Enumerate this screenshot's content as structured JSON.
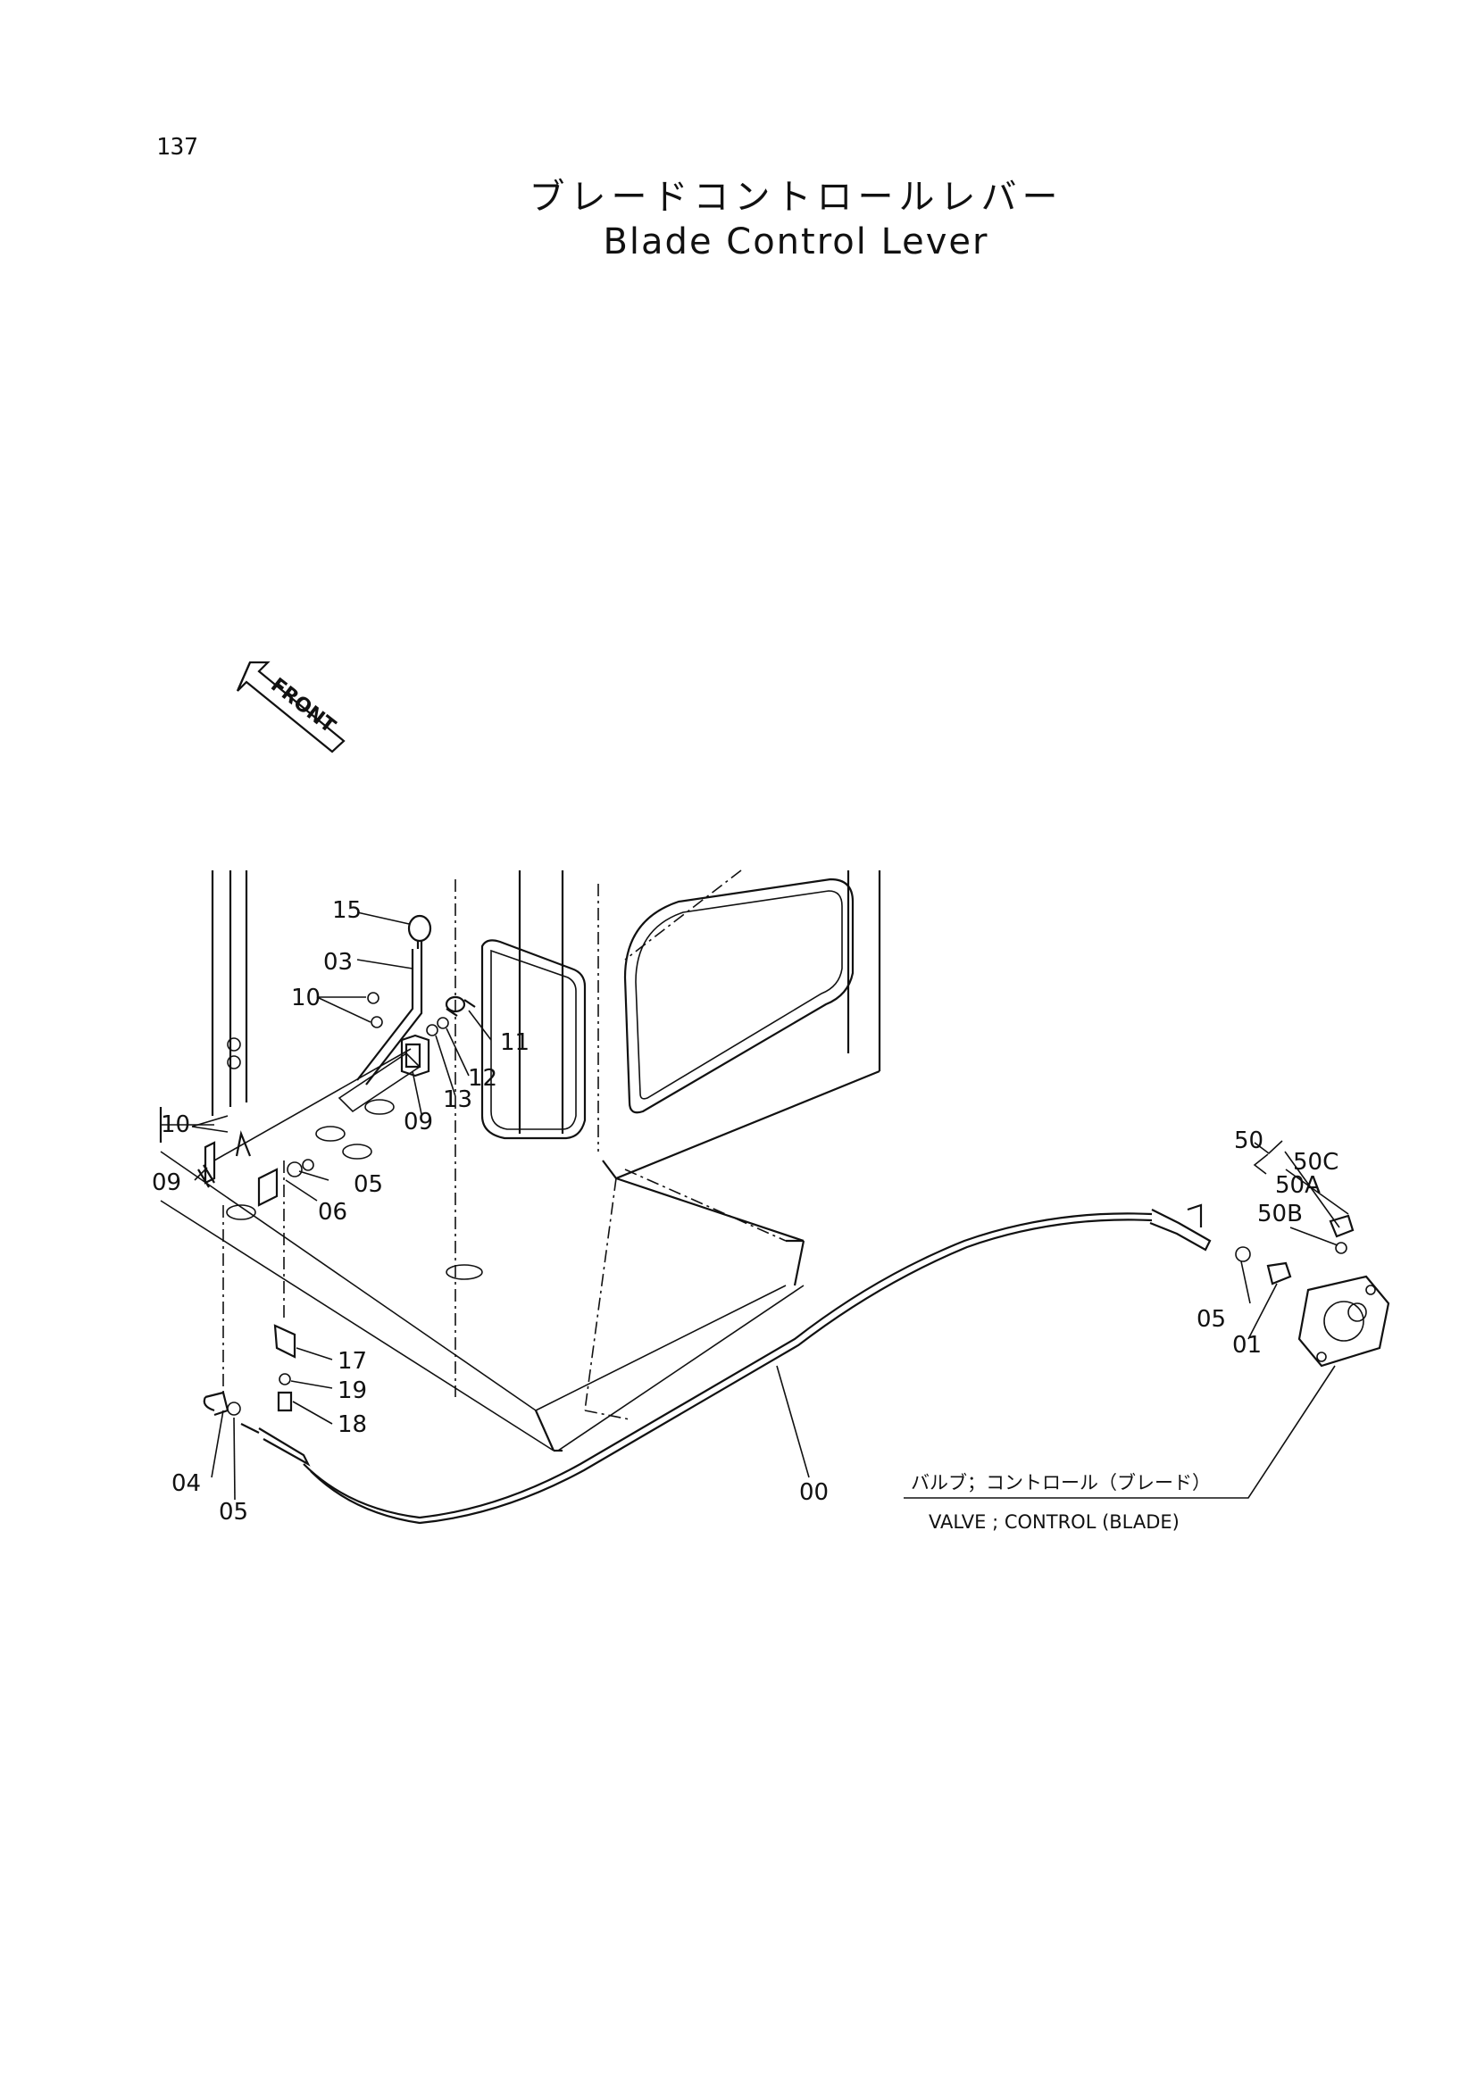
{
  "page": {
    "number": "137"
  },
  "title": {
    "japanese": "ブレードコントロールレバー",
    "english": "Blade Control Lever"
  },
  "front_indicator": {
    "label": "FRONT"
  },
  "part_labels": {
    "p15": "15",
    "p03": "03",
    "p10a": "10",
    "p10b": "10",
    "p11": "11",
    "p12": "12",
    "p13": "13",
    "p09a": "09",
    "p09b": "09",
    "p05a": "05",
    "p06": "06",
    "p17": "17",
    "p19": "19",
    "p18": "18",
    "p04": "04",
    "p05b": "05",
    "p00": "00",
    "p50": "50",
    "p50c": "50C",
    "p50a": "50A",
    "p50b": "50B",
    "p05c": "05",
    "p01": "01"
  },
  "valve_callout": {
    "japanese": "バルブ；コントロール（ブレード）",
    "english": "VALVE ; CONTROL (BLADE)"
  }
}
